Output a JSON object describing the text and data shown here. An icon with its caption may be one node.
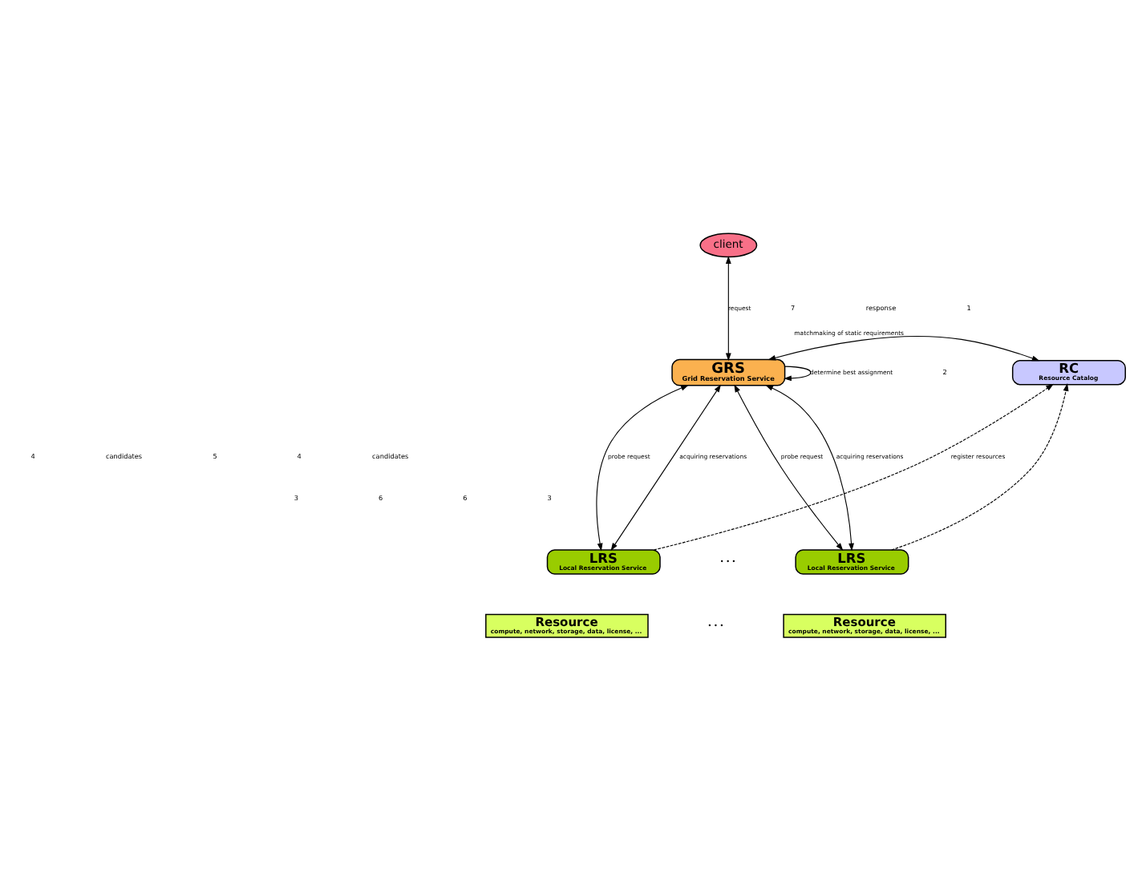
{
  "diagram": {
    "nodes": [
      {
        "text": [
          "client"
        ]
      },
      {
        "text": [
          "GRS",
          "Grid Reservation Service"
        ]
      },
      {
        "text": [
          "RC",
          "Resource Catalog"
        ]
      },
      {
        "text": [
          "LRS",
          "Local Reservation Service"
        ]
      },
      {
        "text": [
          "LRS",
          "Local Reservation Service"
        ]
      },
      {
        "text": [
          "Resource",
          "compute, network, storage, data, license, ..."
        ]
      },
      {
        "text": [
          "Resource",
          "compute, network, storage, data, license, ..."
        ]
      }
    ],
    "edges": [
      {
        "from": 0,
        "to": 1,
        "arrow": "both",
        "label": "request"
      },
      {
        "from": 1,
        "to": 2,
        "arrow": "both",
        "label": "matchmaking of static requirements"
      },
      {
        "from": 1,
        "to": 3,
        "arrow": "both",
        "label": "probe request"
      },
      {
        "from": 1,
        "to": 3,
        "arrow": "both",
        "label": "acquiring reservations"
      },
      {
        "from": 1,
        "to": 4,
        "arrow": "both",
        "label": "acquiring reservations"
      },
      {
        "from": 1,
        "to": 4,
        "arrow": "both",
        "label": "probe request"
      },
      {
        "from": 1,
        "to": 1,
        "arrow": "to",
        "label": "determine best assignment"
      },
      {
        "from": 3,
        "to": 2,
        "arrow": "to",
        "style": "dashed",
        "label": "register resources"
      },
      {
        "from": 4,
        "to": 2,
        "arrow": "to",
        "style": "dashed"
      }
    ],
    "labels": [
      "7",
      "response",
      "1",
      "2",
      "4",
      "candidates",
      "5",
      "4",
      "candidates",
      "3",
      "6",
      "6",
      "3",
      "• • •",
      "• • •"
    ]
  }
}
